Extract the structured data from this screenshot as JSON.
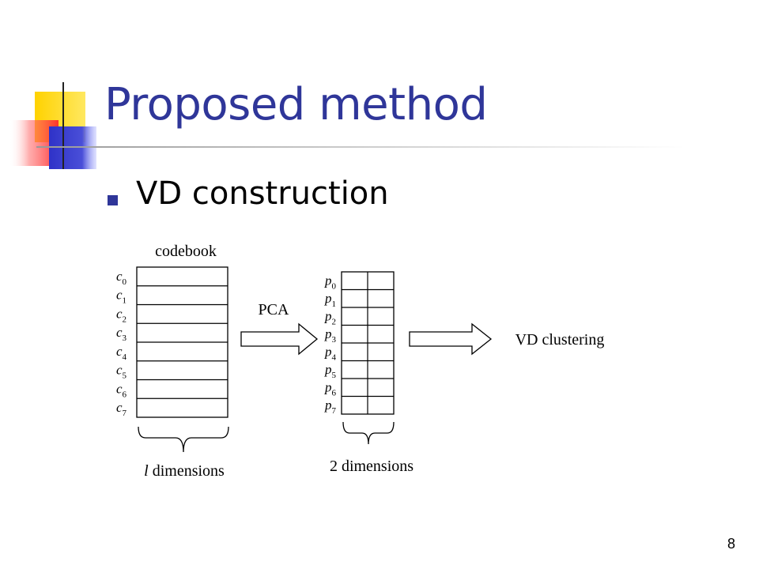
{
  "slide": {
    "title": "Proposed method",
    "bullet": "VD construction",
    "page_number": "8",
    "colors": {
      "title": "#2f3699",
      "accent_yellow": "#ffd200",
      "accent_blue": "#3b3fcc",
      "accent_red": "#ff3b3b"
    }
  },
  "diagram": {
    "codebook_label": "codebook",
    "codebook_rows": [
      {
        "base": "c",
        "sub": "0"
      },
      {
        "base": "c",
        "sub": "1"
      },
      {
        "base": "c",
        "sub": "2"
      },
      {
        "base": "c",
        "sub": "3"
      },
      {
        "base": "c",
        "sub": "4"
      },
      {
        "base": "c",
        "sub": "5"
      },
      {
        "base": "c",
        "sub": "6"
      },
      {
        "base": "c",
        "sub": "7"
      }
    ],
    "pca_label": "PCA",
    "projected_rows": [
      {
        "base": "p",
        "sub": "0"
      },
      {
        "base": "p",
        "sub": "1"
      },
      {
        "base": "p",
        "sub": "2"
      },
      {
        "base": "p",
        "sub": "3"
      },
      {
        "base": "p",
        "sub": "4"
      },
      {
        "base": "p",
        "sub": "5"
      },
      {
        "base": "p",
        "sub": "6"
      },
      {
        "base": "p",
        "sub": "7"
      }
    ],
    "clustering_label": "VD clustering",
    "left_dim_var": "l",
    "left_dim_text": " dimensions",
    "right_dim_label": "2 dimensions"
  }
}
